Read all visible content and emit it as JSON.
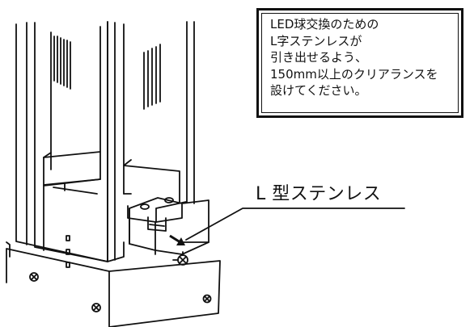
{
  "note": {
    "lines": [
      "LED球交換のための",
      "L字ステンレスが",
      "引き出せるよう、",
      "150mm以上のクリアランスを",
      "設けてください。"
    ]
  },
  "callout": {
    "label": "L 型ステンレス"
  }
}
